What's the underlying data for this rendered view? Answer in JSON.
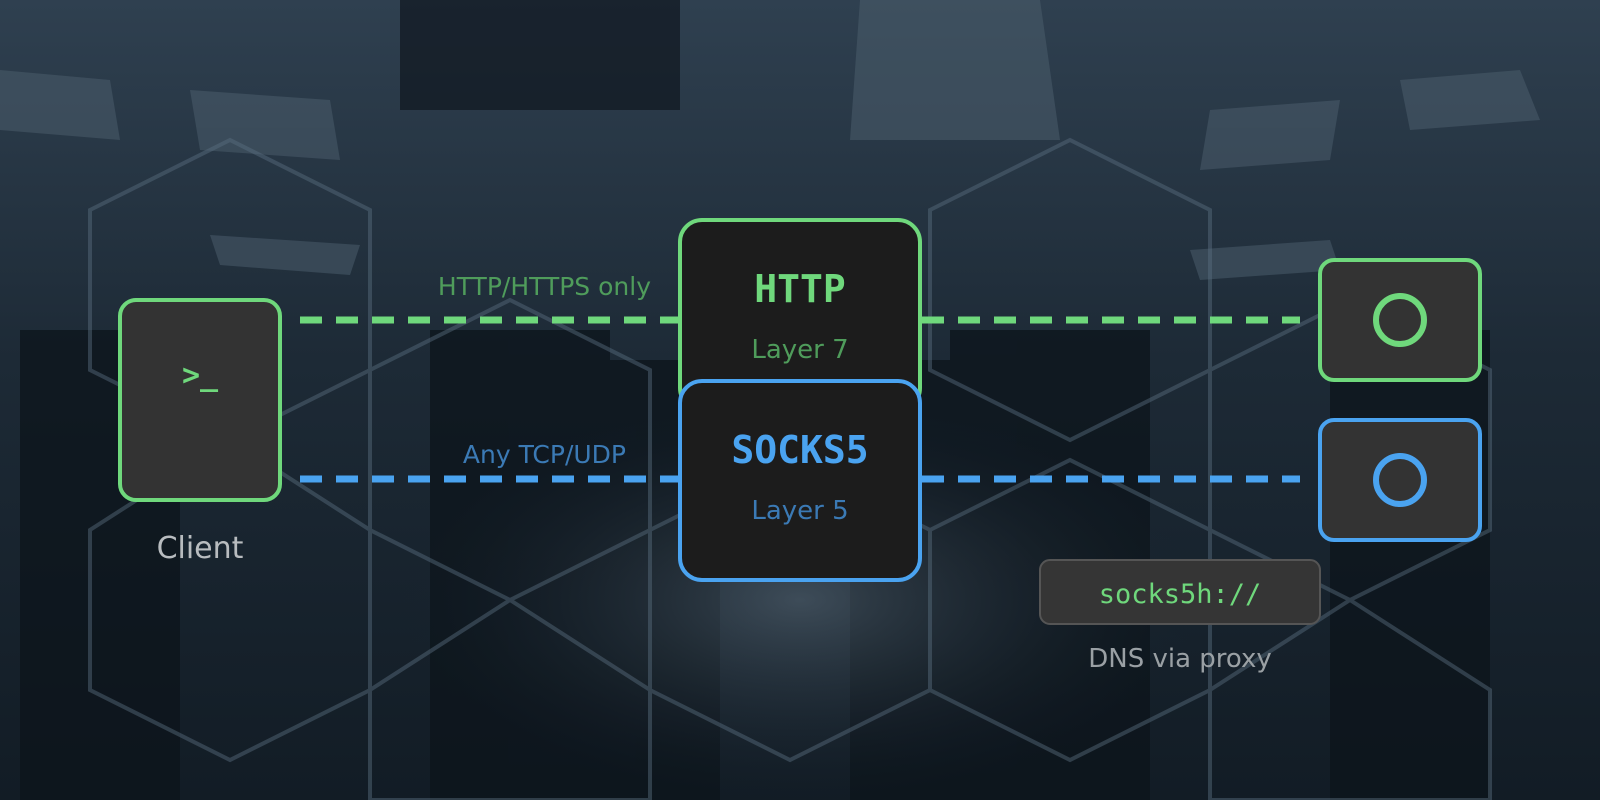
{
  "colors": {
    "http_green": "#6fd87c",
    "socks_blue": "#4aa3f0",
    "box_fill": "#333333",
    "proxy_fill": "#1c1c1c",
    "muted_label": "#b8bcbf",
    "dns_label": "#9aa0a4"
  },
  "client": {
    "icon_text": ">_",
    "label": "Client"
  },
  "http_path": {
    "route_label": "HTTP/HTTPS only",
    "proxy_title": "HTTP",
    "proxy_layer": "Layer 7"
  },
  "socks_path": {
    "route_label": "Any TCP/UDP",
    "proxy_title": "SOCKS5",
    "proxy_layer": "Layer 5"
  },
  "dns": {
    "scheme": "socks5h://",
    "label": "DNS via proxy"
  },
  "icons": {
    "client": "terminal-icon",
    "http_target": "circle-icon",
    "socks_target": "circle-icon"
  }
}
